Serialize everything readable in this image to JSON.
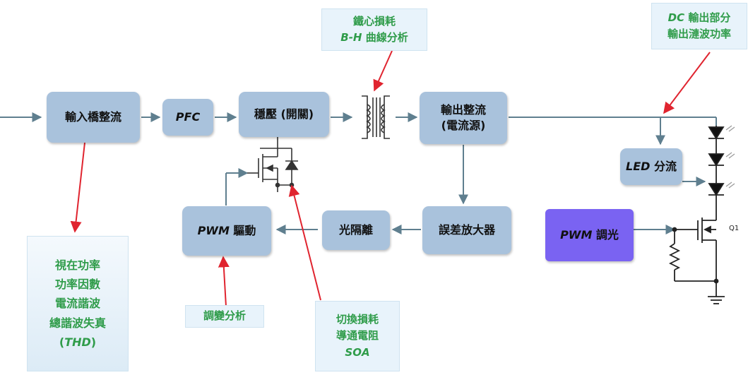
{
  "blocks": {
    "input_rectifier": "輸入橋整流",
    "pfc": "PFC",
    "regulator": "穩壓 (開關)",
    "output_rectifier_line1": "輸出整流",
    "output_rectifier_line2": "(電流源)",
    "led_shunt_em": "LED",
    "led_shunt_rest": " 分流",
    "pwm_drive_em": "PWM",
    "pwm_drive_rest": " 驅動",
    "opto_isolator": "光隔離",
    "error_amp": "誤差放大器",
    "pwm_dimming_em": "PWM",
    "pwm_dimming_rest": " 調光"
  },
  "notes": {
    "core_loss": {
      "line1": "鐵心損耗",
      "line2_em": "B-H",
      "line2_rest": " 曲線分析"
    },
    "dc_output": {
      "line1_em": "DC",
      "line1_rest": " 輸出部分",
      "line2": "輸出漣波功率"
    },
    "power_quality": {
      "line1": "視在功率",
      "line2": "功率因數",
      "line3": "電流諧波",
      "line4": "總諧波失真",
      "line5_open": "(",
      "line5_em": "THD",
      "line5_close": ")"
    },
    "modulation": "調變分析",
    "switching": {
      "line1": "切換損耗",
      "line2": "導通電阻",
      "line3_em": "SOA"
    }
  },
  "labels": {
    "q1": "Q1"
  },
  "colors": {
    "block": "#a9c2dc",
    "purple_block": "#7a63f2",
    "note_text": "#2f9c4a",
    "note_bg": "#e8f3fb",
    "wire": "#5f7f8f",
    "red_arrow": "#e0242f"
  }
}
